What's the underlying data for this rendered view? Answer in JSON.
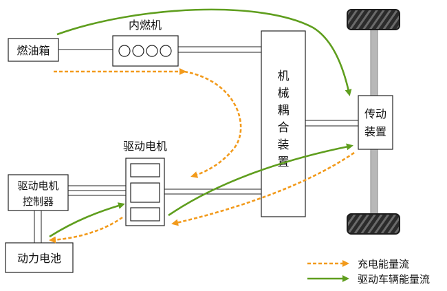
{
  "components": {
    "fuel_tank": "燃油箱",
    "engine": "内燃机",
    "coupling": "机械耦合装置",
    "transmission_line1": "传动",
    "transmission_line2": "装置",
    "motor": "驱动电机",
    "controller_line1": "驱动电机",
    "controller_line2": "控制器",
    "battery": "动力电池"
  },
  "legend": {
    "charge_flow": "充电能量流",
    "drive_flow": "驱动车辆能量流"
  },
  "colors": {
    "charge_flow": "#f29a1b",
    "drive_flow": "#5f9e1e",
    "box_stroke": "#222222",
    "tire": "#2b2b2b",
    "axle": "#b8b8b8"
  }
}
